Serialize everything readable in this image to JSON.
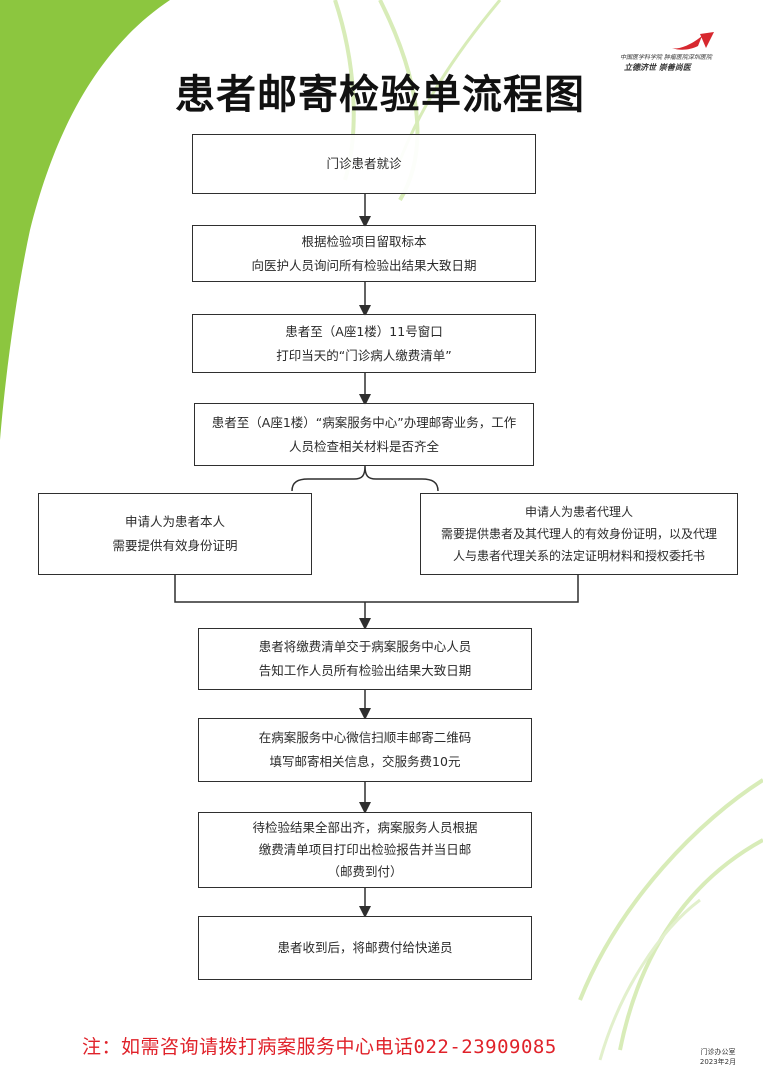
{
  "header": {
    "title": "患者邮寄检验单流程图",
    "logo": {
      "icon": "hospital-swoosh-logo",
      "line1": "中国医学科学院  肿瘤医院深圳医院",
      "line2": "立德济世    崇善尚医"
    }
  },
  "steps": [
    {
      "lines": [
        "门诊患者就诊"
      ]
    },
    {
      "lines": [
        "根据检验项目留取标本",
        "向医护人员询问所有检验出结果大致日期"
      ]
    },
    {
      "lines": [
        "患者至（A座1楼）11号窗口",
        "打印当天的“门诊病人缴费清单”"
      ]
    },
    {
      "lines": [
        "患者至（A座1楼）“病案服务中心”办理邮寄业务，工作",
        "人员检查相关材料是否齐全"
      ]
    }
  ],
  "branches": {
    "left": {
      "lines": [
        "申请人为患者本人",
        "需要提供有效身份证明"
      ]
    },
    "right": {
      "lines": [
        "申请人为患者代理人",
        "需要提供患者及其代理人的有效身份证明，以及代理",
        "人与患者代理关系的法定证明材料和授权委托书"
      ]
    }
  },
  "steps_after": [
    {
      "lines": [
        "患者将缴费清单交于病案服务中心人员",
        "告知工作人员所有检验出结果大致日期"
      ]
    },
    {
      "lines": [
        "在病案服务中心微信扫顺丰邮寄二维码",
        "填写邮寄相关信息，交服务费10元"
      ]
    },
    {
      "lines": [
        "待检验结果全部出齐，病案服务人员根据",
        "缴费清单项目打印出检验报告并当日邮",
        "（邮费到付）"
      ]
    },
    {
      "lines": [
        "患者收到后，将邮费付给快递员"
      ]
    }
  ],
  "footer": {
    "note": "注：如需咨询请拨打病案服务中心电话022-23909085",
    "office": "门诊办公室",
    "date": "2023年2月"
  },
  "colors": {
    "green": "#8cc63f",
    "light_green": "#c9e3a0",
    "note_red": "#e0222a",
    "logo_red": "#d7282f"
  }
}
